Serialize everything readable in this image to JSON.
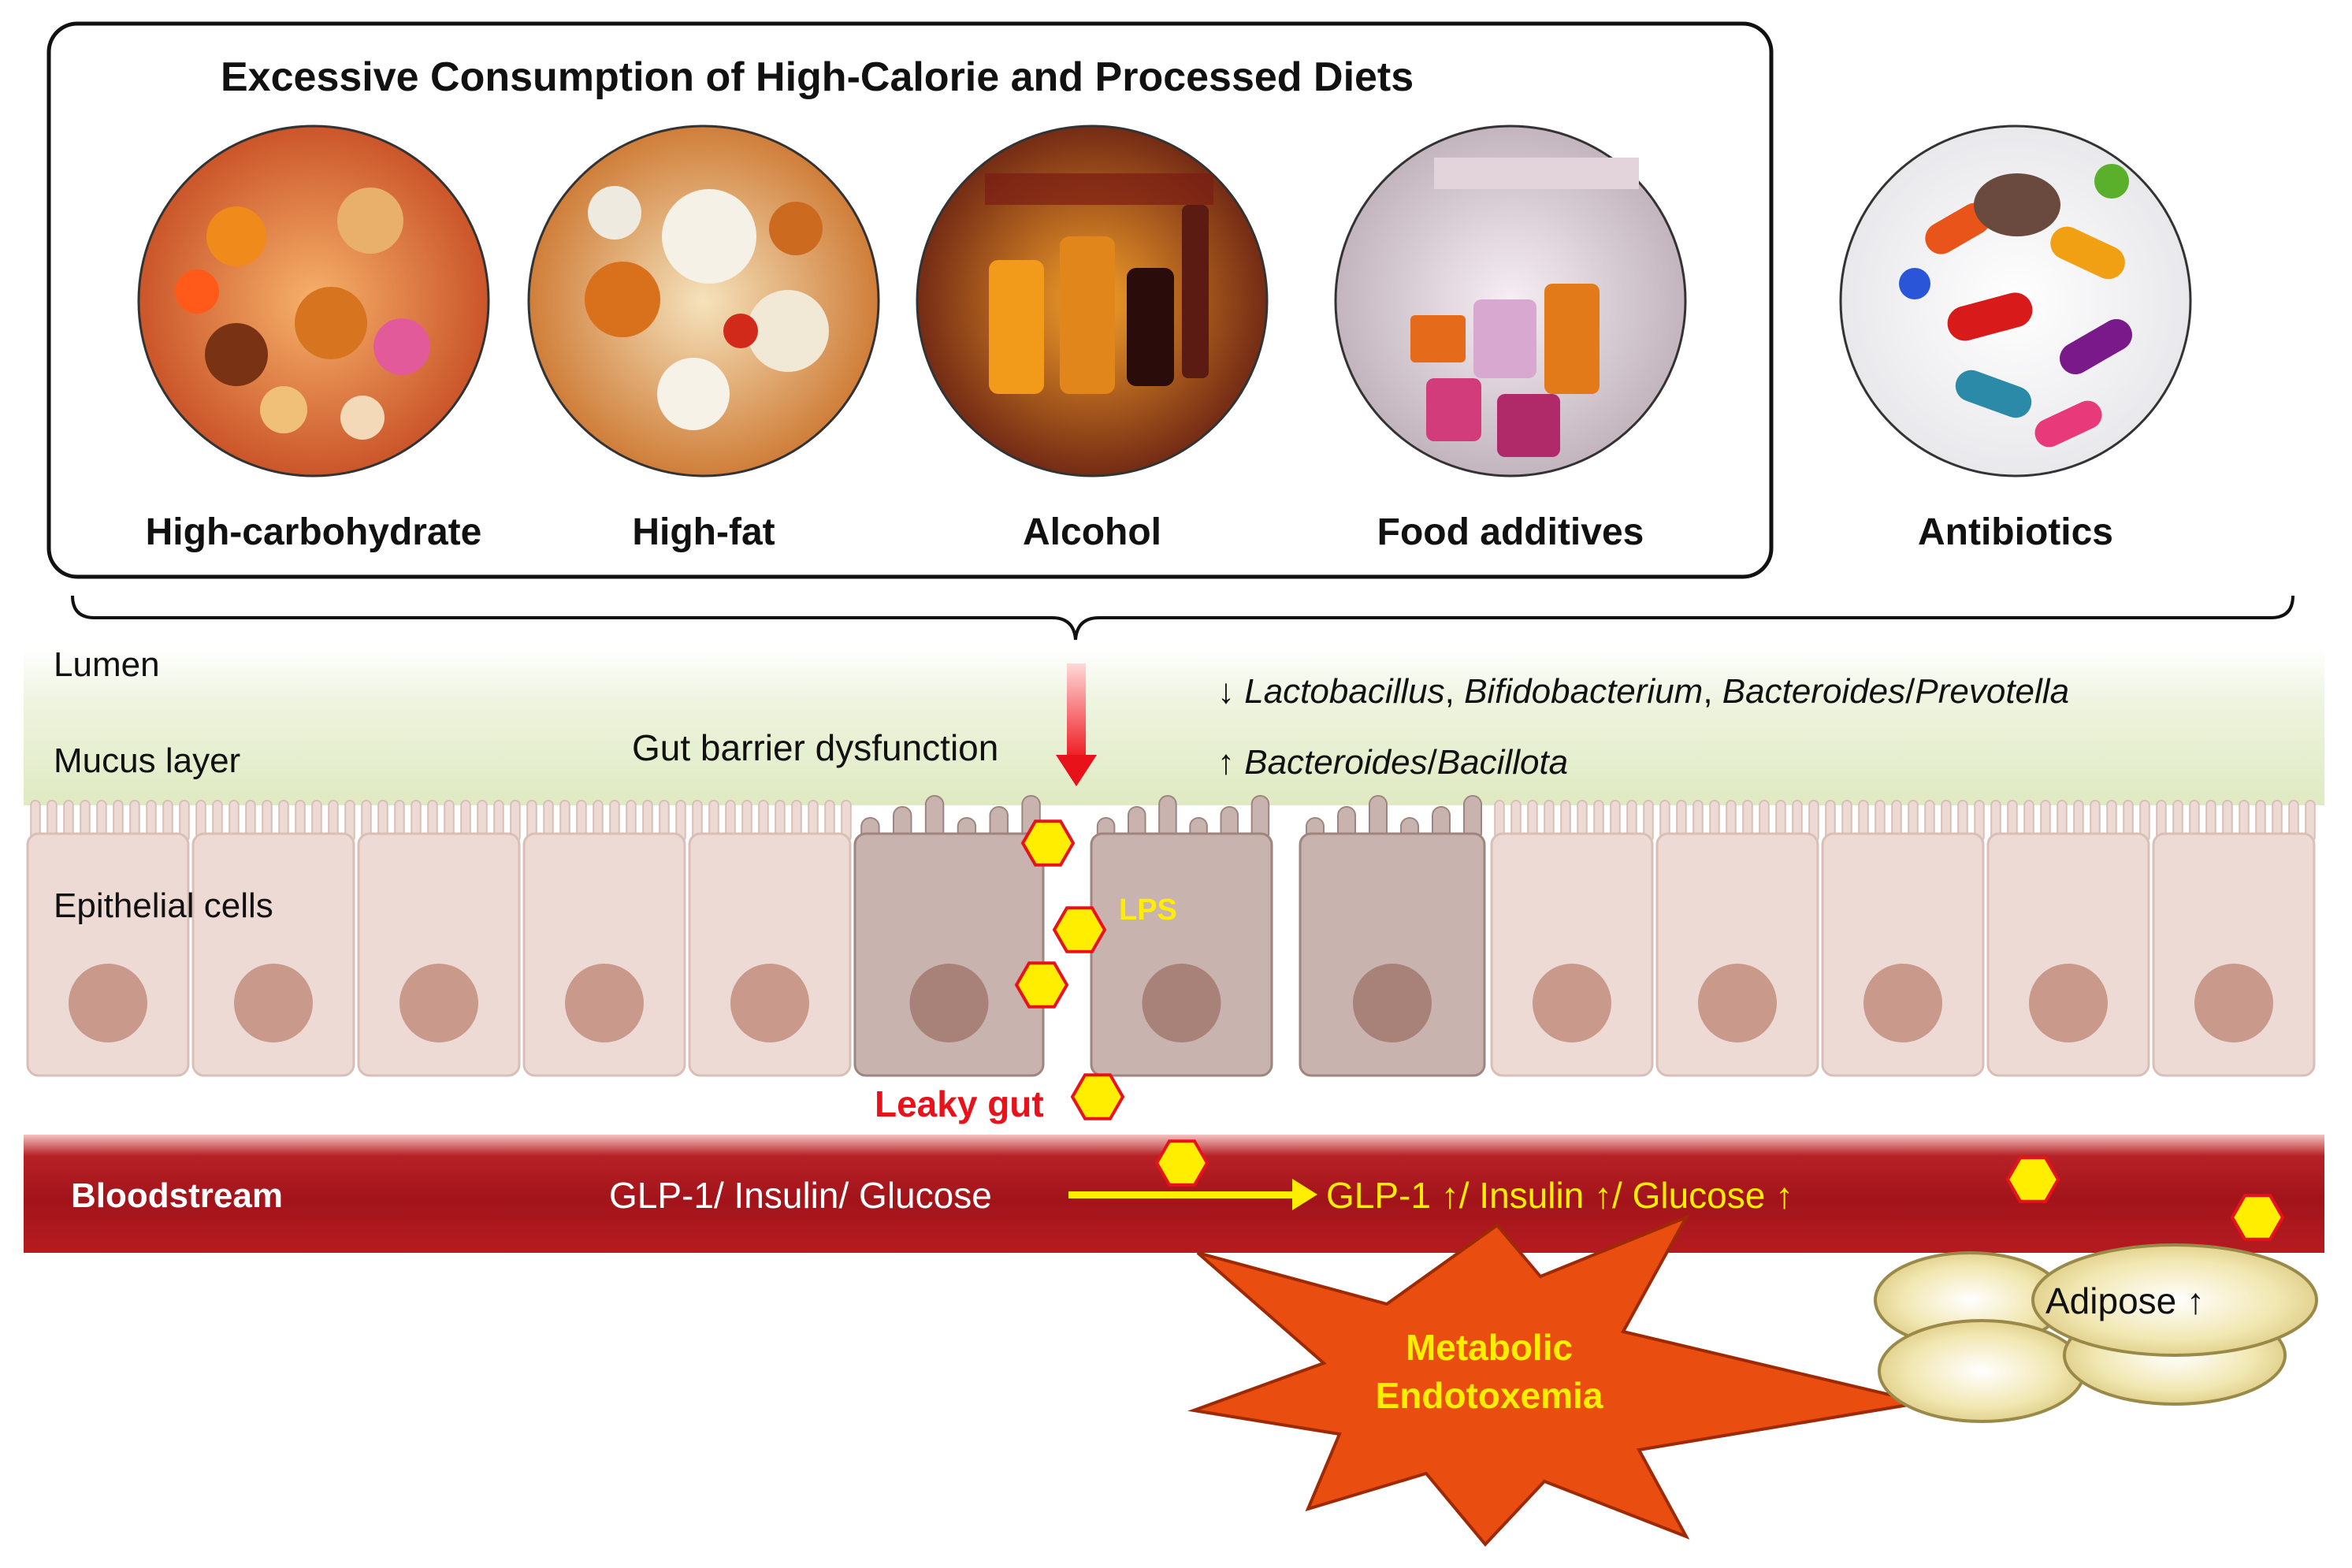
{
  "title": "Excessive Consumption of High-Calorie and Processed Diets",
  "categories": [
    {
      "label": "High-carbohydrate",
      "icon": "sweets-photo"
    },
    {
      "label": "High-fat",
      "icon": "fried-food-photo"
    },
    {
      "label": "Alcohol",
      "icon": "alcohol-drinks-photo"
    },
    {
      "label": "Food additives",
      "icon": "additive-jars-photo"
    },
    {
      "label": "Antibiotics",
      "icon": "pills-photo"
    }
  ],
  "regions": {
    "lumen": "Lumen",
    "mucus": "Mucus layer",
    "epithelial": "Epithelial cells",
    "bloodstream": "Bloodstream"
  },
  "barrier": "Gut barrier dysfunction",
  "microbiota": {
    "down_arrow": "↓",
    "down_taxa": [
      "Lactobacillus",
      "Bifidobacterium",
      "Bacteroides",
      "Prevotella"
    ],
    "up_arrow": "↑",
    "up_taxa": [
      "Bacteroides",
      "Bacillota"
    ]
  },
  "lps": "LPS",
  "leaky_gut": "Leaky gut",
  "blood": {
    "before": "GLP-1/ Insulin/ Glucose",
    "after": "GLP-1 ↑/ Insulin ↑/ Glucose ↑"
  },
  "endotoxemia": {
    "line1": "Metabolic",
    "line2": "Endotoxemia"
  },
  "adipose": "Adipose ↑",
  "colors": {
    "mucus": "#e8f0d4",
    "cell_normal": "#eedad4",
    "cell_damaged": "#c9b3ae",
    "nucleus": "#c99a8c",
    "blood": "#a6141a",
    "lps": "#ffee00",
    "burst": "#e94e10",
    "adipose": "#e9d98c",
    "arrow_red": "#e8121b"
  }
}
